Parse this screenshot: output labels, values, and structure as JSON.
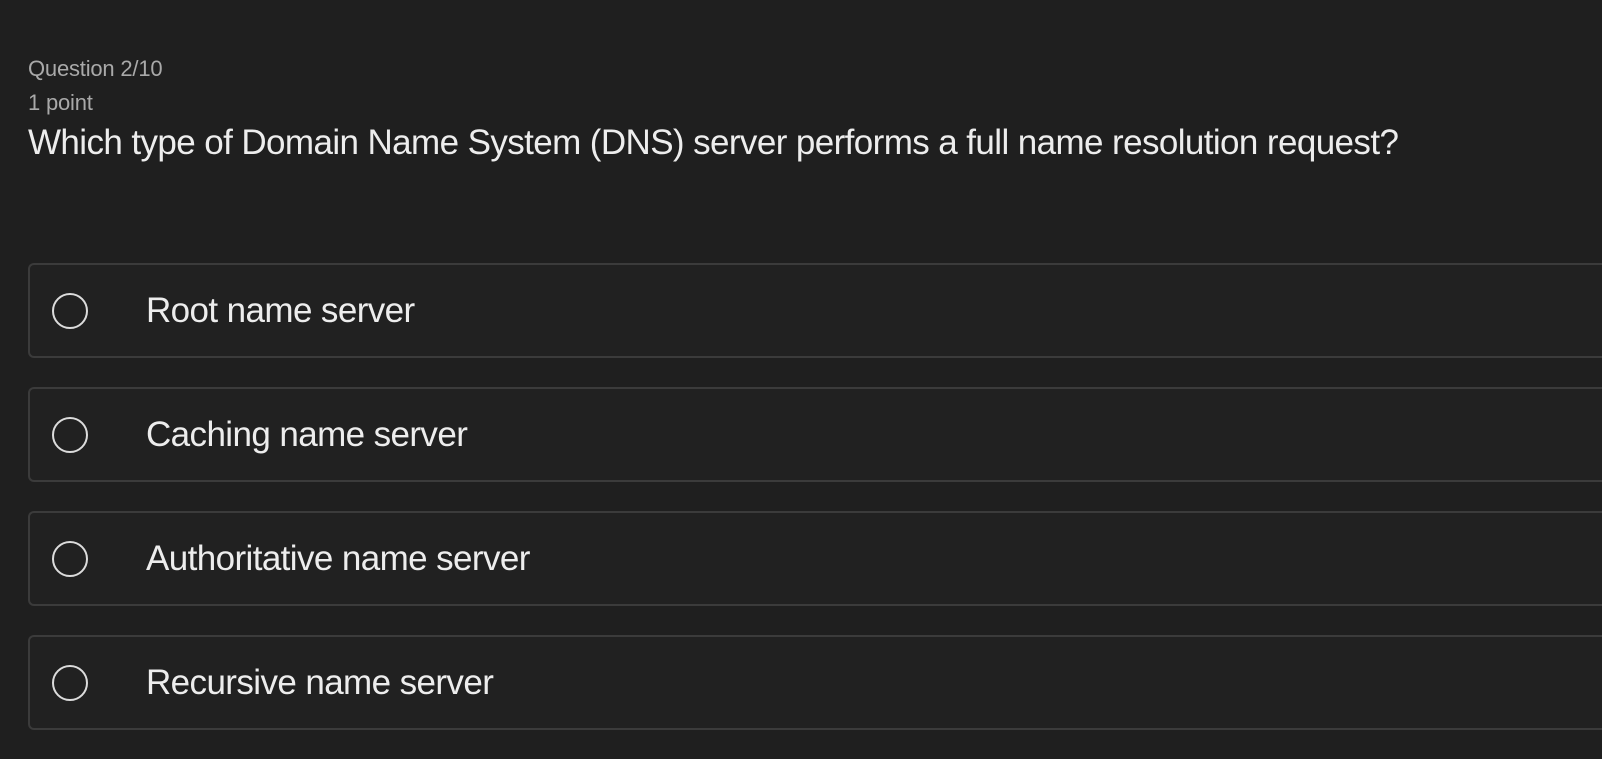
{
  "question": {
    "number": "Question 2/10",
    "points": "1 point",
    "text": "Which type of Domain Name System (DNS) server performs a full name resolution request?"
  },
  "options": [
    {
      "label": "Root name server",
      "selected": false
    },
    {
      "label": "Caching name server",
      "selected": false
    },
    {
      "label": "Authoritative name server",
      "selected": false
    },
    {
      "label": "Recursive name server",
      "selected": false
    }
  ],
  "colors": {
    "background": "#1f1f1f",
    "text": "#ededed",
    "muted_text": "#a9a9a9",
    "border": "#3b3b3b"
  }
}
